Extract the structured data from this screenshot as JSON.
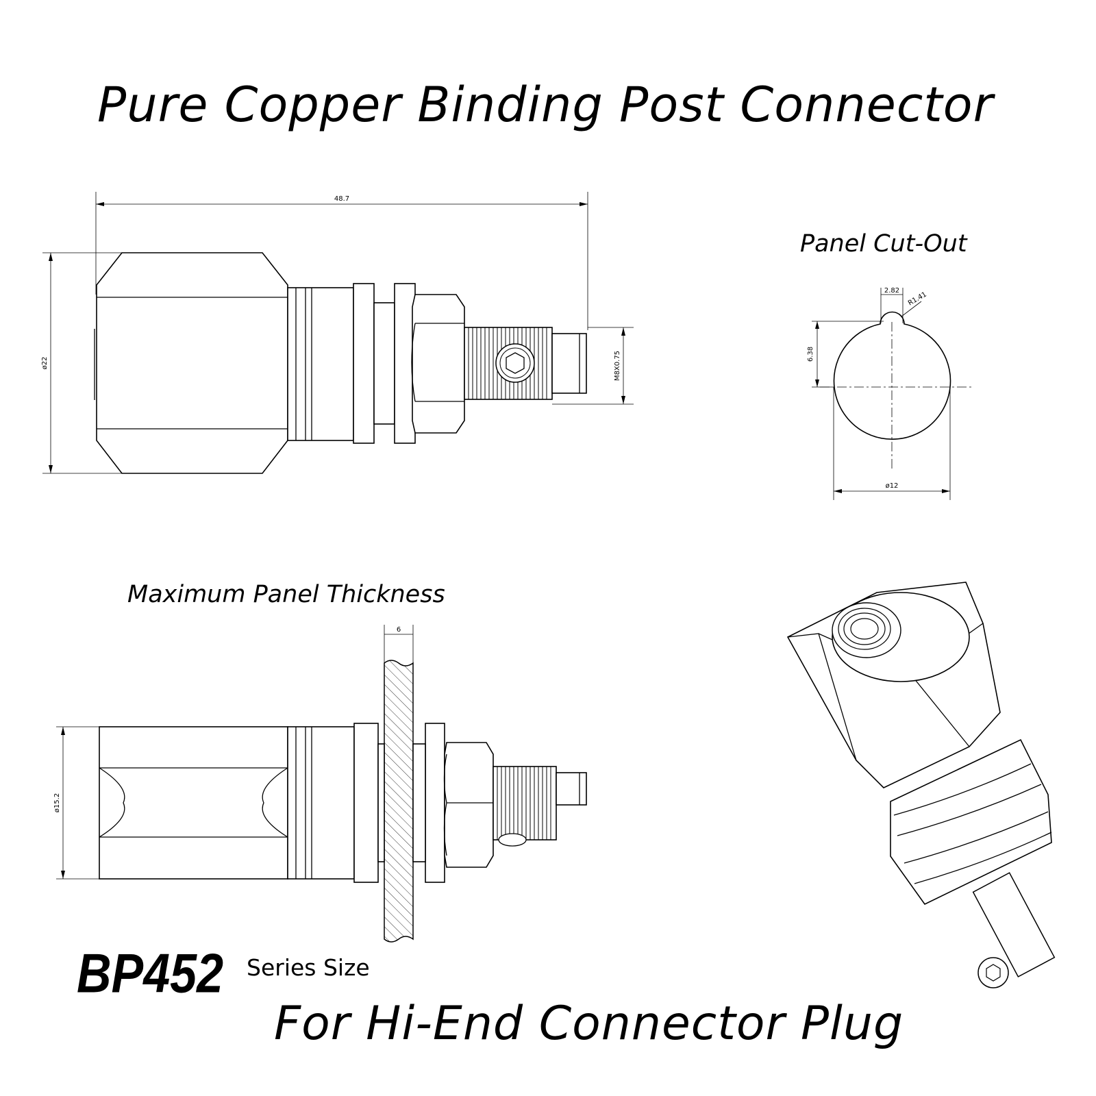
{
  "title": "Pure Copper Binding Post Connector",
  "subtitle": "For Hi-End Connector Plug",
  "panel_cutout_label": "Panel Cut-Out",
  "max_panel_label": "Maximum Panel Thickness",
  "model": "BP452",
  "series_label": "Series Size",
  "dimensions": {
    "overall_length": "48.7",
    "diameter_body": "ø22",
    "thread": "M8X0.75",
    "cutout_key_width": "2.82",
    "cutout_key_radius": "R1.41",
    "cutout_key_offset": "6.38",
    "cutout_diameter": "ø12",
    "panel_thickness": "6",
    "diameter_side": "ø15.2"
  }
}
